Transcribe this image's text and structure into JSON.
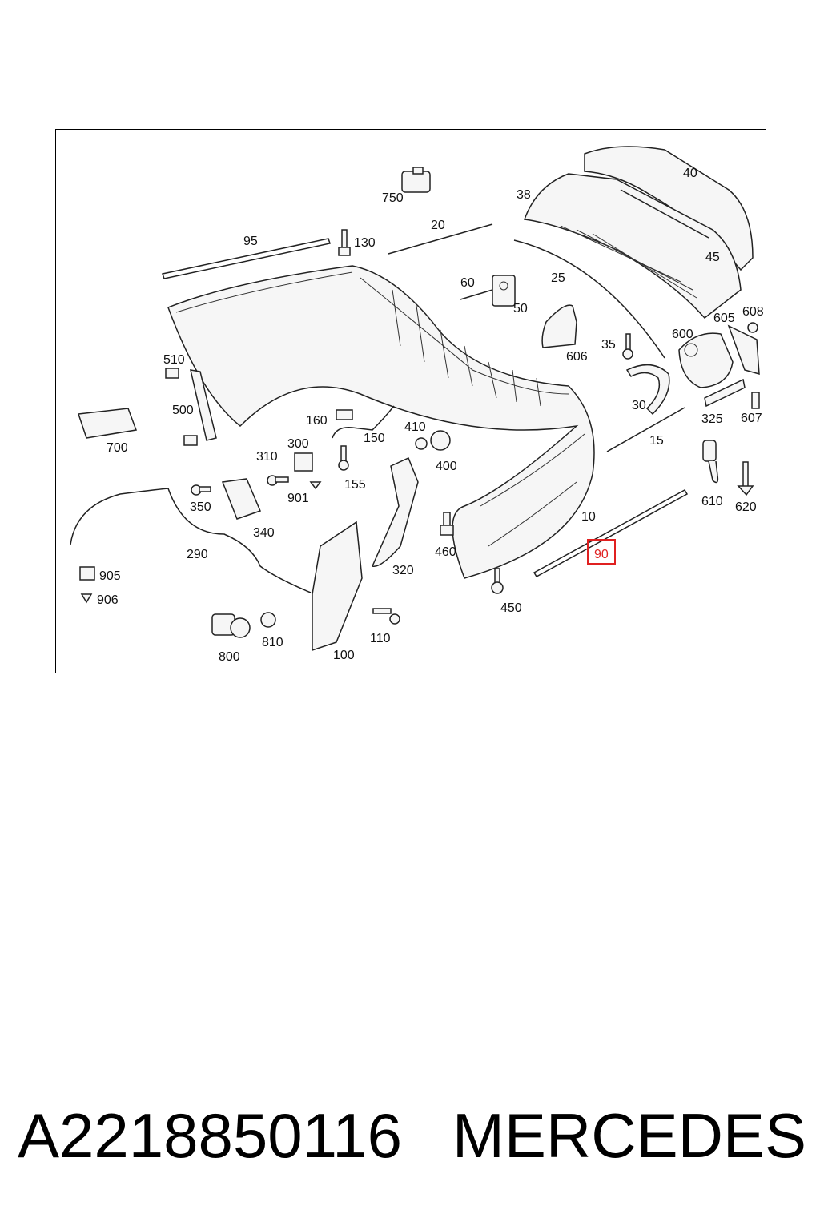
{
  "diagram": {
    "highlighted_part": "90",
    "labels": [
      "750",
      "40",
      "38",
      "20",
      "95",
      "130",
      "45",
      "25",
      "60",
      "50",
      "605",
      "608",
      "600",
      "35",
      "606",
      "510",
      "500",
      "700",
      "160",
      "150",
      "410",
      "30",
      "325",
      "607",
      "300",
      "310",
      "15",
      "400",
      "155",
      "350",
      "901",
      "340",
      "610",
      "620",
      "10",
      "90",
      "460",
      "320",
      "290",
      "905",
      "906",
      "450",
      "110",
      "810",
      "800",
      "100"
    ]
  },
  "footer": {
    "part_number": "A2218850116",
    "brand": "MERCEDES"
  }
}
